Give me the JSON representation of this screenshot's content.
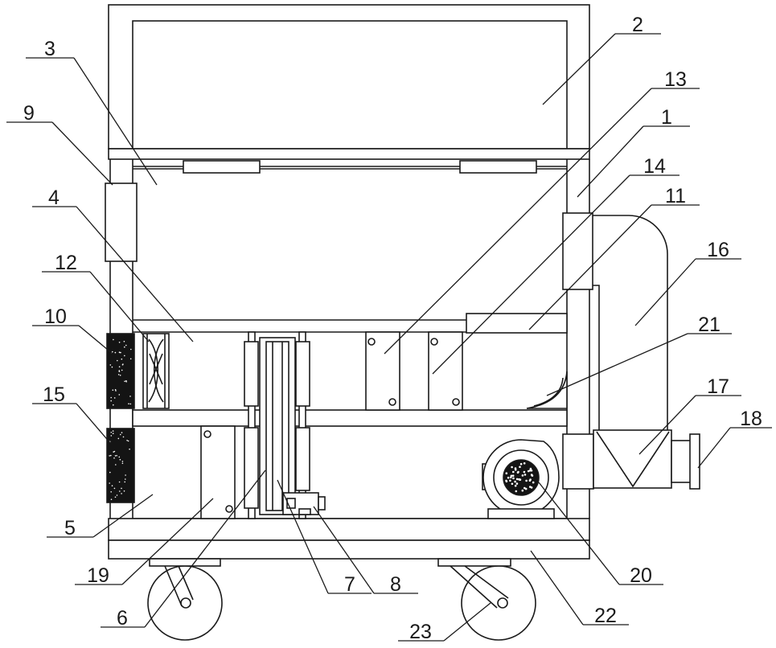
{
  "diagram": {
    "callouts": [
      "2",
      "3",
      "13",
      "9",
      "1",
      "14",
      "4",
      "11",
      "16",
      "12",
      "10",
      "21",
      "15",
      "17",
      "18",
      "5",
      "19",
      "7",
      "8",
      "20",
      "6",
      "22",
      "23"
    ]
  },
  "colors": {
    "line": "#1a1a1a",
    "background": "#ffffff",
    "filter_fill": "#141414"
  }
}
